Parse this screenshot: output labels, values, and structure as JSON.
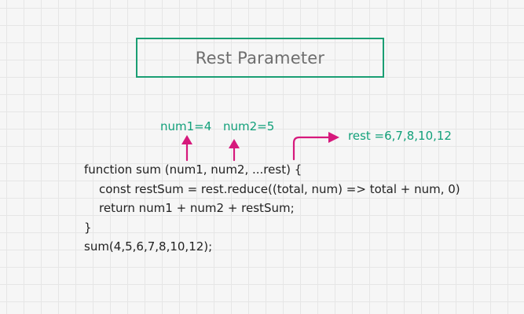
{
  "title": "Rest Parameter",
  "annotations": {
    "num1": "num1=4",
    "num2": "num2=5",
    "rest": "rest =6,7,8,10,12"
  },
  "code": {
    "line1": "function sum (num1, num2, ...rest) {",
    "line2": "const restSum = rest.reduce((total, num) => total + num, 0)",
    "line3": "return num1 + num2 + restSum;",
    "line4": "}",
    "line5": "sum(4,5,6,7,8,10,12);"
  },
  "colors": {
    "accent_green": "#1a9e73",
    "label_green": "#12a07a",
    "arrow_pink": "#d6197c",
    "code_text": "#222222",
    "title_text": "#6e6e6e"
  }
}
